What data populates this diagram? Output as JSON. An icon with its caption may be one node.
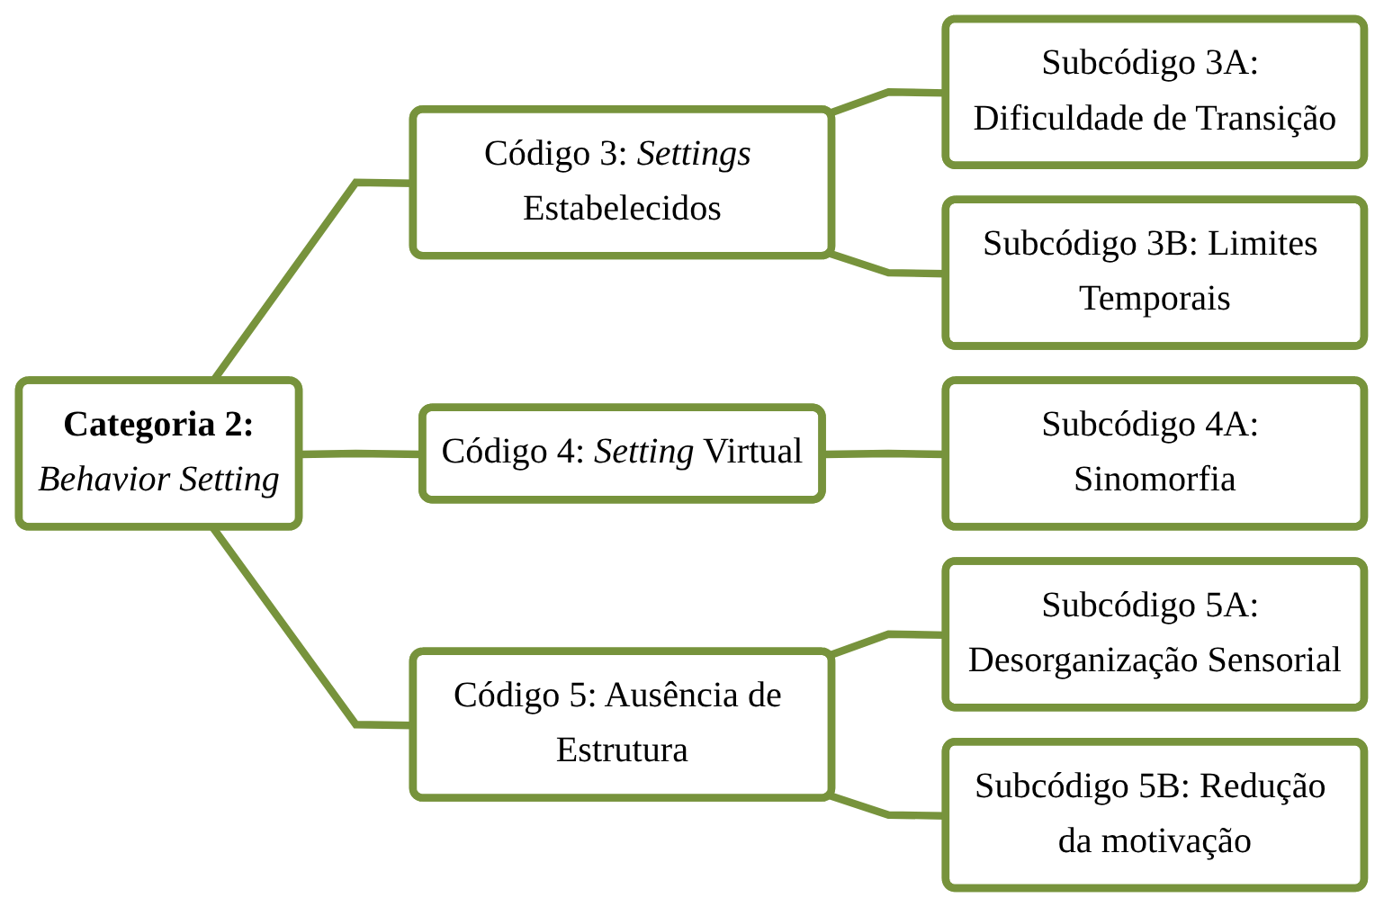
{
  "diagram": {
    "nodes": [
      {
        "text": [
          "Categoria 2:",
          "Behavior Setting"
        ]
      },
      {
        "text": [
          "Código 3: *Settings* Estabelecidos"
        ]
      },
      {
        "text": [
          "Subcódigo 3A: Dificuldade de Transição"
        ]
      },
      {
        "text": [
          "Subcódigo 3B: Limites Temporais"
        ]
      },
      {
        "text": [
          "Código 4: *Setting* Virtual"
        ]
      },
      {
        "text": [
          "Subcódigo 4A: Sinomorfia"
        ]
      },
      {
        "text": [
          "Código 5: Ausência de Estrutura"
        ]
      },
      {
        "text": [
          "Subcódigo 5A: Desorganização Sensorial"
        ]
      },
      {
        "text": [
          "Subcódigo 5B: Redução da motivação"
        ]
      }
    ],
    "edges": [
      {
        "from": 0,
        "to": 1,
        "arrow": "none"
      },
      {
        "from": 0,
        "to": 4,
        "arrow": "none"
      },
      {
        "from": 0,
        "to": 6,
        "arrow": "none"
      },
      {
        "from": 1,
        "to": 2,
        "arrow": "none"
      },
      {
        "from": 1,
        "to": 3,
        "arrow": "none"
      },
      {
        "from": 4,
        "to": 5,
        "arrow": "none"
      },
      {
        "from": 6,
        "to": 7,
        "arrow": "none"
      },
      {
        "from": 6,
        "to": 8,
        "arrow": "none"
      }
    ]
  }
}
